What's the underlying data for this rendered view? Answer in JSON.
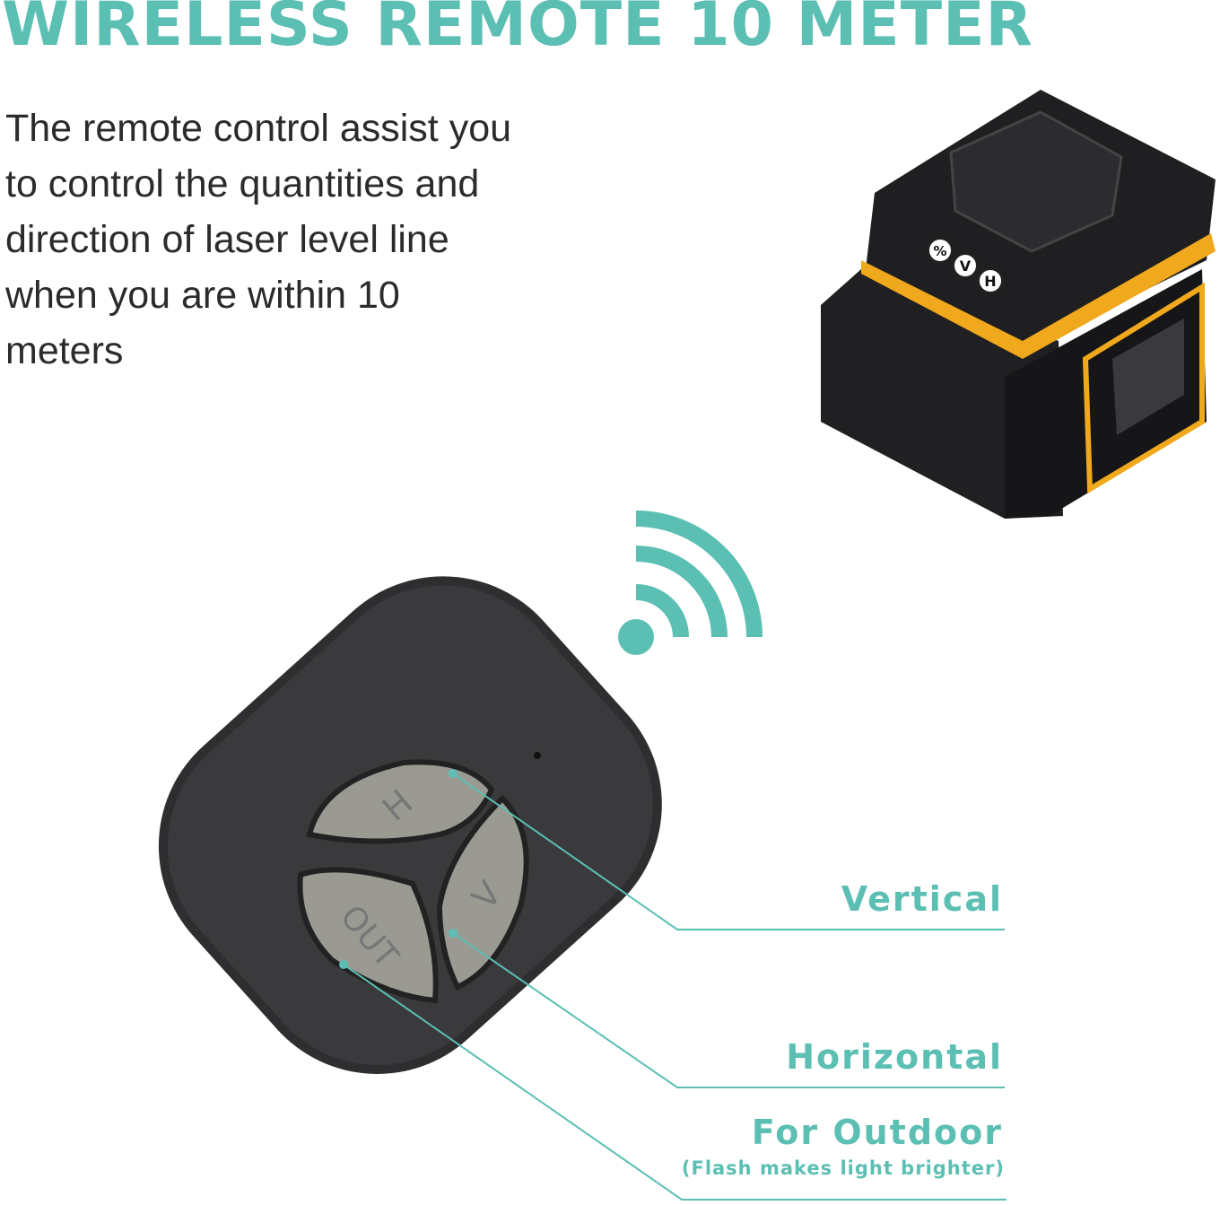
{
  "header": {
    "title": "WIRELESS REMOTE 10 METER"
  },
  "description": {
    "lines": [
      "The remote control assist you",
      "to control the quantities and",
      "direction of laser level line",
      "when you are within 10",
      "meters"
    ]
  },
  "laser_device": {
    "badges": [
      "%",
      "V",
      "H"
    ]
  },
  "remote": {
    "buttons": [
      "H",
      "V",
      "OUT"
    ]
  },
  "callouts": {
    "vertical": "Vertical",
    "horizontal": "Horizontal",
    "outdoor": "For Outdoor",
    "outdoor_note": "(Flash makes light brighter)"
  },
  "colors": {
    "accent": "#5bbfb3",
    "device_body": "#1c1c1e",
    "device_trim": "#f0a81c",
    "button": "#9a9a92"
  },
  "icons": {
    "signal": "wireless-signal-icon"
  }
}
